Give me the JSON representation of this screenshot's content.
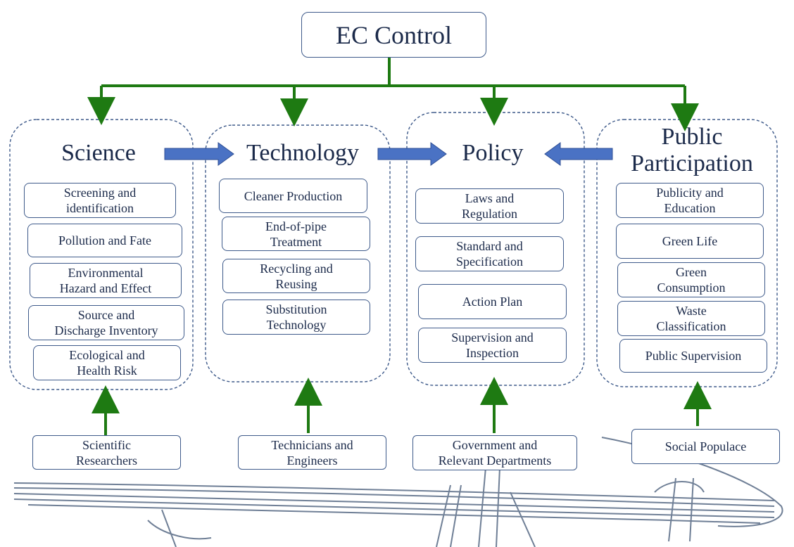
{
  "top": {
    "label": "EC Control"
  },
  "colors": {
    "arrow_green": "#1e7a12",
    "flow_blue": "#4a72c4",
    "border": "#3e5a8a",
    "text": "#1b2a4a"
  },
  "columns": [
    {
      "title": "Science",
      "items": [
        "Screening and\nidentification",
        "Pollution and Fate",
        "Environmental\nHazard and Effect",
        "Source and\nDischarge Inventory",
        "Ecological and\nHealth Risk"
      ],
      "actor": "Scientific\nResearchers"
    },
    {
      "title": "Technology",
      "items": [
        "Cleaner Production",
        "End-of-pipe\nTreatment",
        "Recycling and\nReusing",
        "Substitution\nTechnology"
      ],
      "actor": "Technicians and\nEngineers"
    },
    {
      "title": "Policy",
      "items": [
        "Laws and\nRegulation",
        "Standard and\nSpecification",
        "Action Plan",
        "Supervision and\nInspection"
      ],
      "actor": "Government and\nRelevant Departments"
    },
    {
      "title": "Public\nParticipation",
      "items": [
        "Publicity and\nEducation",
        "Green Life",
        "Green\nConsumption",
        "Waste\nClassification",
        "Public Supervision"
      ],
      "actor": "Social Populace"
    }
  ]
}
